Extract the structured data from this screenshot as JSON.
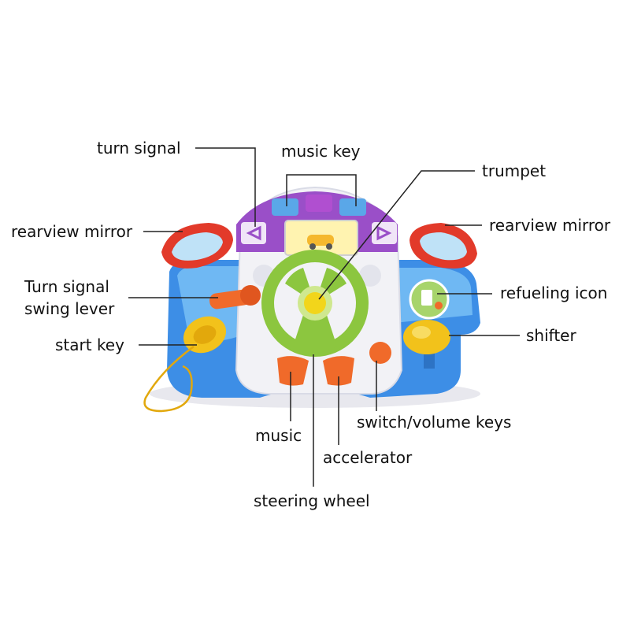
{
  "labels": {
    "turn_signal": "turn signal",
    "music_key": "music key",
    "trumpet": "trumpet",
    "rearview_mirror_left": "rearview mirror",
    "rearview_mirror_right": "rearview mirror",
    "turn_signal_swing_lever": "Turn signal\nswing lever",
    "refueling_icon": "refueling icon",
    "start_key": "start key",
    "shifter": "shifter",
    "music": "music",
    "switch_volume_keys": "switch/volume keys",
    "accelerator": "accelerator",
    "steering_wheel": "steering wheel"
  },
  "colors": {
    "body_blue": "#3d8ee6",
    "body_light_blue": "#6fb8f3",
    "white_panel": "#f2f2f6",
    "purple": "#9a4fc8",
    "mirror_red": "#e23a2a",
    "wheel_green": "#8cc63f",
    "yellow": "#f2c21b",
    "orange": "#f06a2a",
    "leader": "#222222"
  },
  "icons": {
    "left_arrow": "left-arrow-icon",
    "right_arrow": "right-arrow-icon",
    "music_keys": [
      "music-key-icon",
      "music-key-icon",
      "music-key-icon"
    ],
    "screen": "car-screen-icon",
    "fuel": "fuel-icon"
  }
}
